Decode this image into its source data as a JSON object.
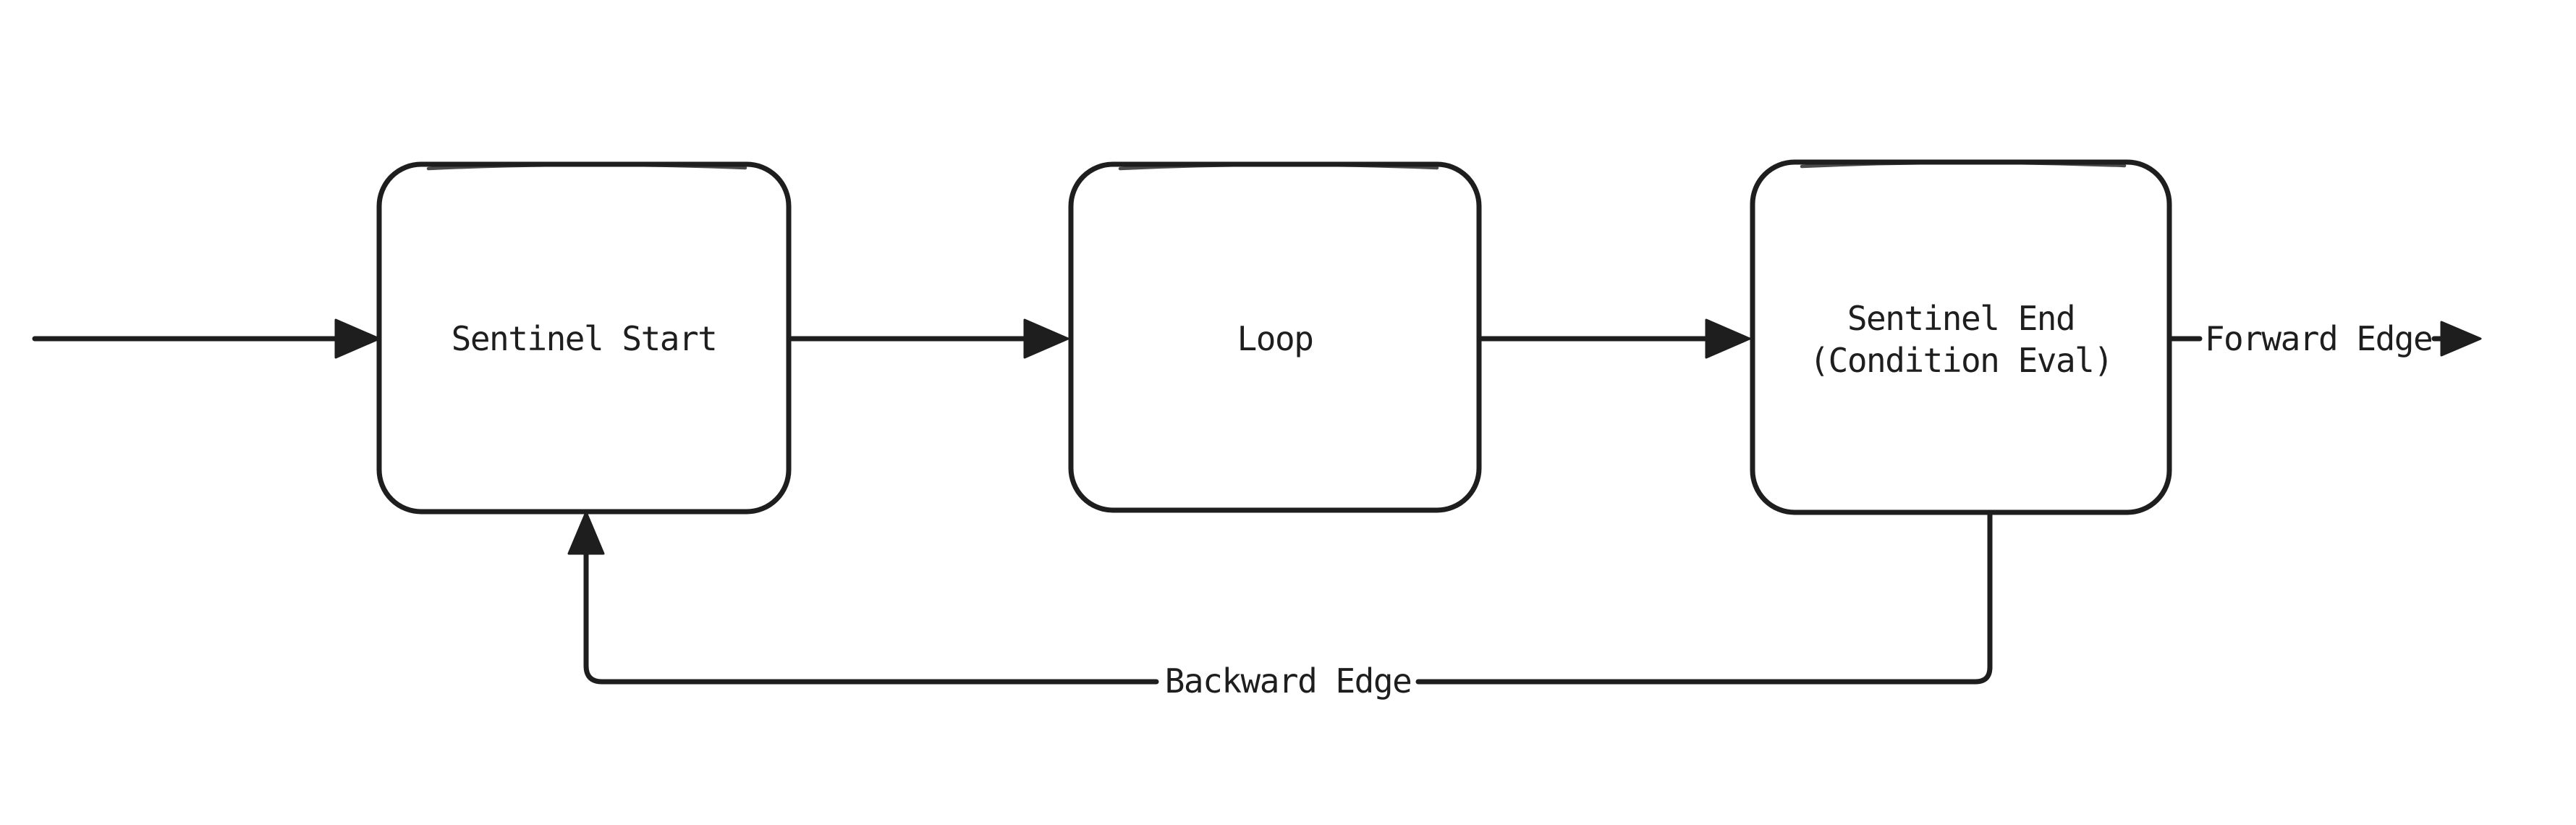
{
  "colors": {
    "background": "#ffffff",
    "stroke": "#1e1e1e",
    "text": "#1e1e1e"
  },
  "nodes": {
    "sentinel_start": {
      "label": "Sentinel Start"
    },
    "loop": {
      "label": "Loop"
    },
    "sentinel_end": {
      "line1": "Sentinel End",
      "line2": "(Condition Eval)"
    }
  },
  "edges": {
    "entry": {
      "direction": "into Sentinel Start"
    },
    "start_to_loop": {
      "direction": "Sentinel Start to Loop"
    },
    "loop_to_end": {
      "direction": "Loop to Sentinel End"
    },
    "forward": {
      "label": "Forward Edge"
    },
    "backward": {
      "label": "Backward Edge"
    }
  },
  "icons": {
    "arrowhead": "filled-triangle"
  }
}
